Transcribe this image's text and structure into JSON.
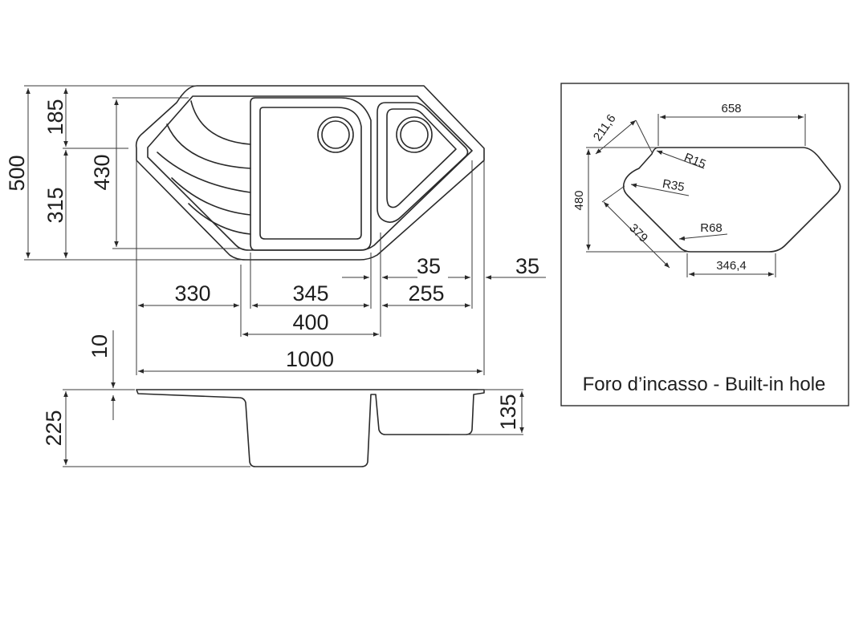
{
  "top_view": {
    "heights": {
      "total": "500",
      "wing": "185",
      "body": "315",
      "basin": "430"
    },
    "widths": {
      "left_drainer": "330",
      "main_bowl": "345",
      "gap_1": "35",
      "small_bowl": "255",
      "gap_2": "35",
      "bowls_total": "400",
      "total": "1000"
    }
  },
  "side_view": {
    "rim": "10",
    "depth_main": "225",
    "depth_small": "135"
  },
  "builtin_hole": {
    "caption": "Foro d’incasso - Built-in hole",
    "top_width": "658",
    "angled_side": "211,6",
    "height": "480",
    "lower_angled": "379",
    "bottom_width": "346,4",
    "radii": [
      "R15",
      "R35",
      "R68"
    ]
  }
}
